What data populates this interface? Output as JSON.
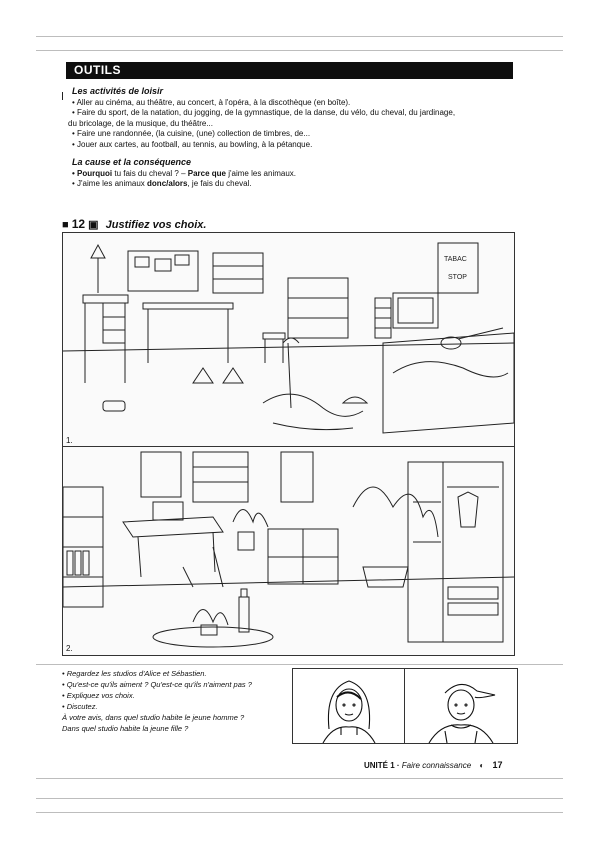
{
  "outils": {
    "title": "OUTILS",
    "section1": {
      "title": "Les activités de loisir",
      "lines": [
        "• Aller au cinéma, au théâtre, au concert, à l'opéra, à la discothèque (en boîte).",
        "• Faire du sport, de la natation, du jogging, de la gymnastique, de la danse, du vélo, du cheval, du jardinage,",
        "du bricolage, de la musique, du théâtre...",
        "• Faire une randonnée, (la cuisine, (une) collection de timbres, de...",
        "• Jouer aux cartes, au football, au tennis, au bowling, à la pétanque."
      ]
    },
    "section2": {
      "title": "La cause et la conséquence",
      "line1_bold": "• Pourquoi",
      "line1_mid": " tu fais du cheval ? – ",
      "line1_bold2": "Parce que",
      "line1_end": " j'aime les animaux.",
      "line2_start": "• J'aime les animaux ",
      "line2_bold": "donc/alors",
      "line2_end": ", je fais du cheval."
    }
  },
  "exercise": {
    "number": "12",
    "instruction": "Justifiez vos choix.",
    "image1_label": "1.",
    "image2_label": "2.",
    "sign_text": "TABAC STOP"
  },
  "questions": [
    "• Regardez les studios d'Alice et Sébastien.",
    "• Qu'est-ce qu'ils aiment ? Qu'est-ce qu'ils n'aiment pas ?",
    "• Expliquez vos choix.",
    "• Discutez.",
    "À votre avis, dans quel studio habite le jeune homme ?",
    "Dans quel studio habite la jeune fille ?"
  ],
  "footer": {
    "unit": "UNITÉ 1",
    "sep": " · ",
    "title": "Faire connaissance",
    "icon": "◐",
    "page": "17"
  }
}
